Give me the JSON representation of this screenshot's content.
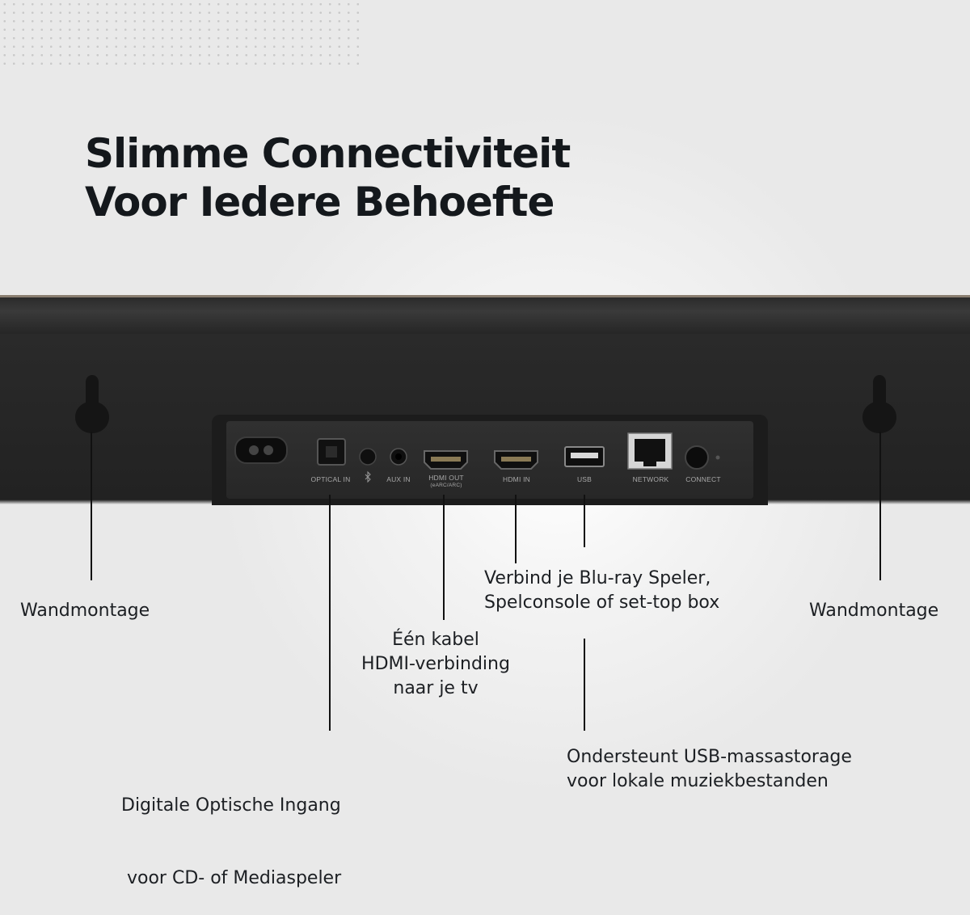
{
  "headline": {
    "line1": "Slimme Connectiviteit",
    "line2": "Voor Iedere Behoefte"
  },
  "ports": {
    "optical": "OPTICAL IN",
    "bluetooth_icon": "bluetooth-icon",
    "aux": "AUX IN",
    "hdmi_out": "HDMI OUT",
    "hdmi_out_sub": "(eARC/ARC)",
    "hdmi_in": "HDMI IN",
    "usb": "USB",
    "network": "NETWORK",
    "connect": "CONNECT"
  },
  "callouts": {
    "wall_left": "Wandmontage",
    "wall_right": "Wandmontage",
    "hdmi_in_line1": "Verbind je Blu-ray Speler,",
    "hdmi_in_line2": "Spelconsole of set-top box",
    "hdmi_out_line1": "Één kabel",
    "hdmi_out_line2": "HDMI-verbinding",
    "hdmi_out_line3": "naar je tv",
    "optical_line1": "Digitale Optische Ingang",
    "optical_line2": " voor CD- of Mediaspeler",
    "usb_line1": "Ondersteunt USB-massastorage",
    "usb_line2": "voor lokale muziekbestanden"
  },
  "colors": {
    "background": "#ececec",
    "soundbar": "#262626",
    "text": "#1c1f23"
  }
}
